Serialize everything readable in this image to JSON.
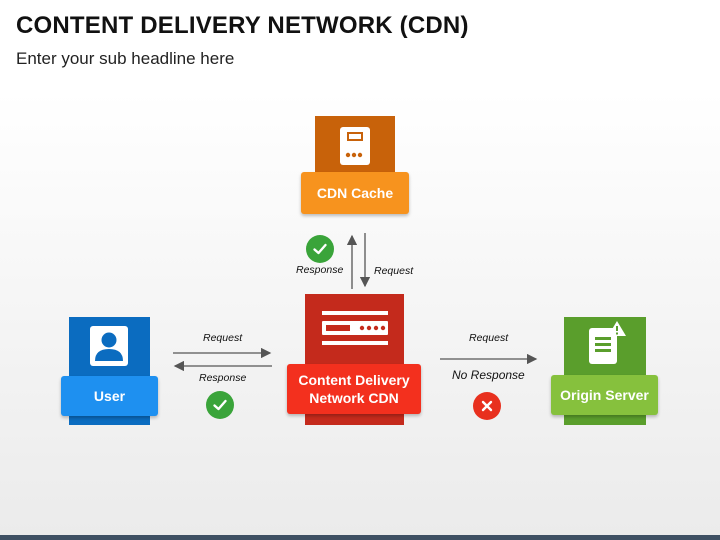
{
  "header": {
    "title": "CONTENT DELIVERY NETWORK (CDN)",
    "subtitle": "Enter your sub headline here"
  },
  "nodes": {
    "cdn_cache": {
      "label": "CDN Cache",
      "icon": "server-device-icon",
      "top_color": "#c8620a",
      "label_color": "#f7931e"
    },
    "user": {
      "label": "User",
      "icon": "user-icon",
      "top_color": "#0b6cc0",
      "label_color": "#1e90f0"
    },
    "cdn": {
      "label": "Content Delivery Network CDN",
      "icon": "server-rack-icon",
      "top_color": "#c42a1c",
      "label_color": "#f3301e"
    },
    "origin": {
      "label": "Origin Server",
      "icon": "document-warning-icon",
      "top_color": "#5a9e2c",
      "label_color": "#86c13d"
    }
  },
  "edges": {
    "cache_response": "Response",
    "cache_request": "Request",
    "user_request": "Request",
    "user_response": "Response",
    "origin_request": "Request",
    "origin_no_response": "No Response"
  },
  "status": {
    "success_color": "#3aa43a",
    "fail_color": "#e8301e"
  }
}
